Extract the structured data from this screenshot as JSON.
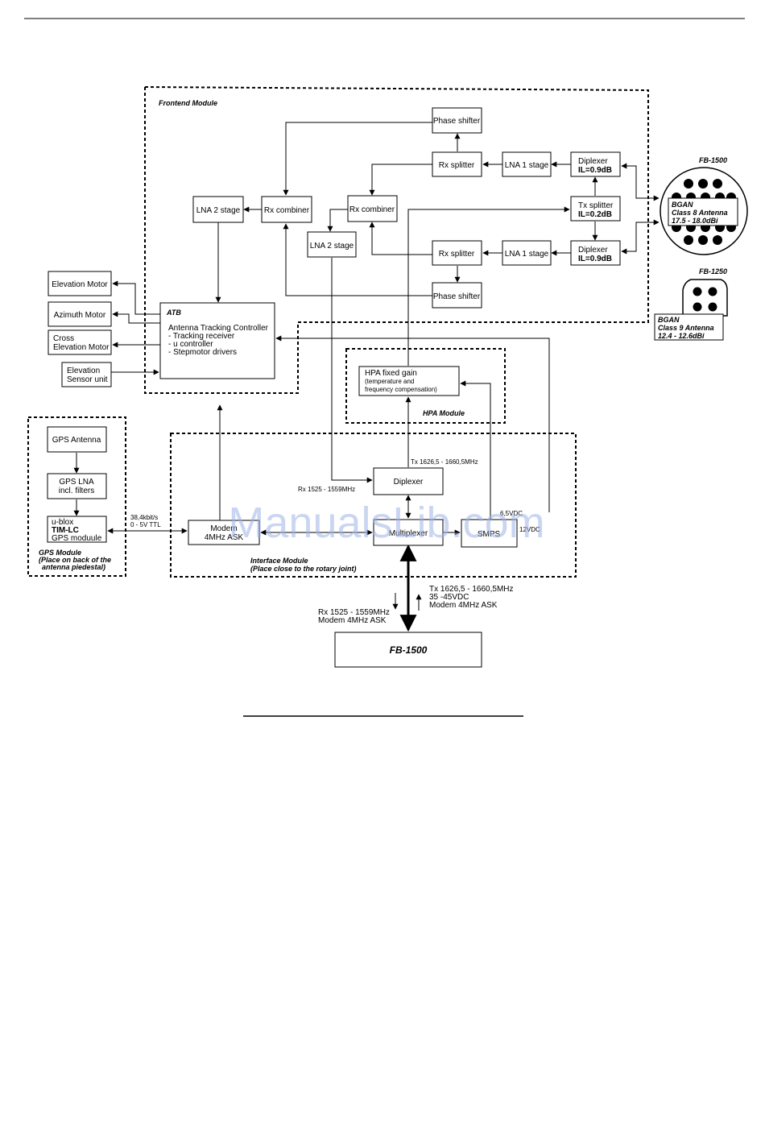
{
  "modules": {
    "frontend": "Frontend Module",
    "hpa": "HPA Module",
    "interface": [
      "Interface Module",
      "(Place close to the rotary joint)"
    ],
    "gps": [
      "GPS Module",
      "(Place on back of the",
      "antenna piedestal)"
    ]
  },
  "blocks": {
    "phase_shifter_top": "Phase shifter",
    "phase_shifter_bottom": "Phase shifter",
    "rx_splitter_top": "Rx splitter",
    "rx_splitter_bottom": "Rx splitter",
    "lna1_top": "LNA 1 stage",
    "lna1_bottom": "LNA 1 stage",
    "diplexer_top": [
      "Diplexer",
      "IL=0.9dB"
    ],
    "diplexer_bottom": [
      "Diplexer",
      "IL=0.9dB"
    ],
    "tx_splitter": [
      "Tx splitter",
      "IL=0.2dB"
    ],
    "lna2_left": "LNA 2 stage",
    "rx_combiner_left": "Rx combiner",
    "rx_combiner_right": "Rx combiner",
    "lna2_mid": "LNA 2 stage",
    "atb": [
      "ATB",
      "Antenna Tracking Controller",
      "- Tracking receiver",
      "- u controller",
      "- Stepmotor drivers"
    ],
    "elevation_motor": "Elevation Motor",
    "azimuth_motor": "Azimuth Motor",
    "cross_elevation_motor": [
      "Cross",
      "Elevation Motor"
    ],
    "elevation_sensor": [
      "Elevation",
      "Sensor unit"
    ],
    "hpa": [
      "HPA fixed gain",
      "(temperature and",
      "frequency compensation)"
    ],
    "diplexer_interface": "Diplexer",
    "modem": [
      "Modem",
      "4MHz ASK"
    ],
    "multiplexer": "Multiplexer",
    "smps": "SMPS",
    "gps_antenna": "GPS Antenna",
    "gps_lna": [
      "GPS LNA",
      "incl. filters"
    ],
    "ublox": [
      "u-blox",
      "TIM-LC",
      "GPS moduule"
    ],
    "fb1500_terminal": "FB-1500"
  },
  "labels": {
    "tx_interface": "Tx 1626,5 - 1660,5MHz",
    "rx_interface": "Rx 1525 - 1559MHz",
    "vdc_65": "6,5VDC",
    "vdc_12": "12VDC",
    "serial": [
      "38,4kbit/s",
      "0 - 5V TTL"
    ],
    "rx_cable": [
      "Rx 1525 - 1559MHz",
      "Modem 4MHz ASK"
    ],
    "tx_cable": [
      "Tx 1626,5 - 1660,5MHz",
      "35 -45VDC",
      "Modem 4MHz ASK"
    ]
  },
  "antennas": {
    "fb1500_title": "FB-1500",
    "fb1500_label": [
      "BGAN",
      "Class 8 Antenna",
      "17.5 - 18.0dBi"
    ],
    "fb1250_title": "FB-1250",
    "fb1250_label": [
      "BGAN",
      "Class 9 Antenna",
      "12.4 - 12.6dBi"
    ]
  },
  "watermark": "ManualsLib.com"
}
